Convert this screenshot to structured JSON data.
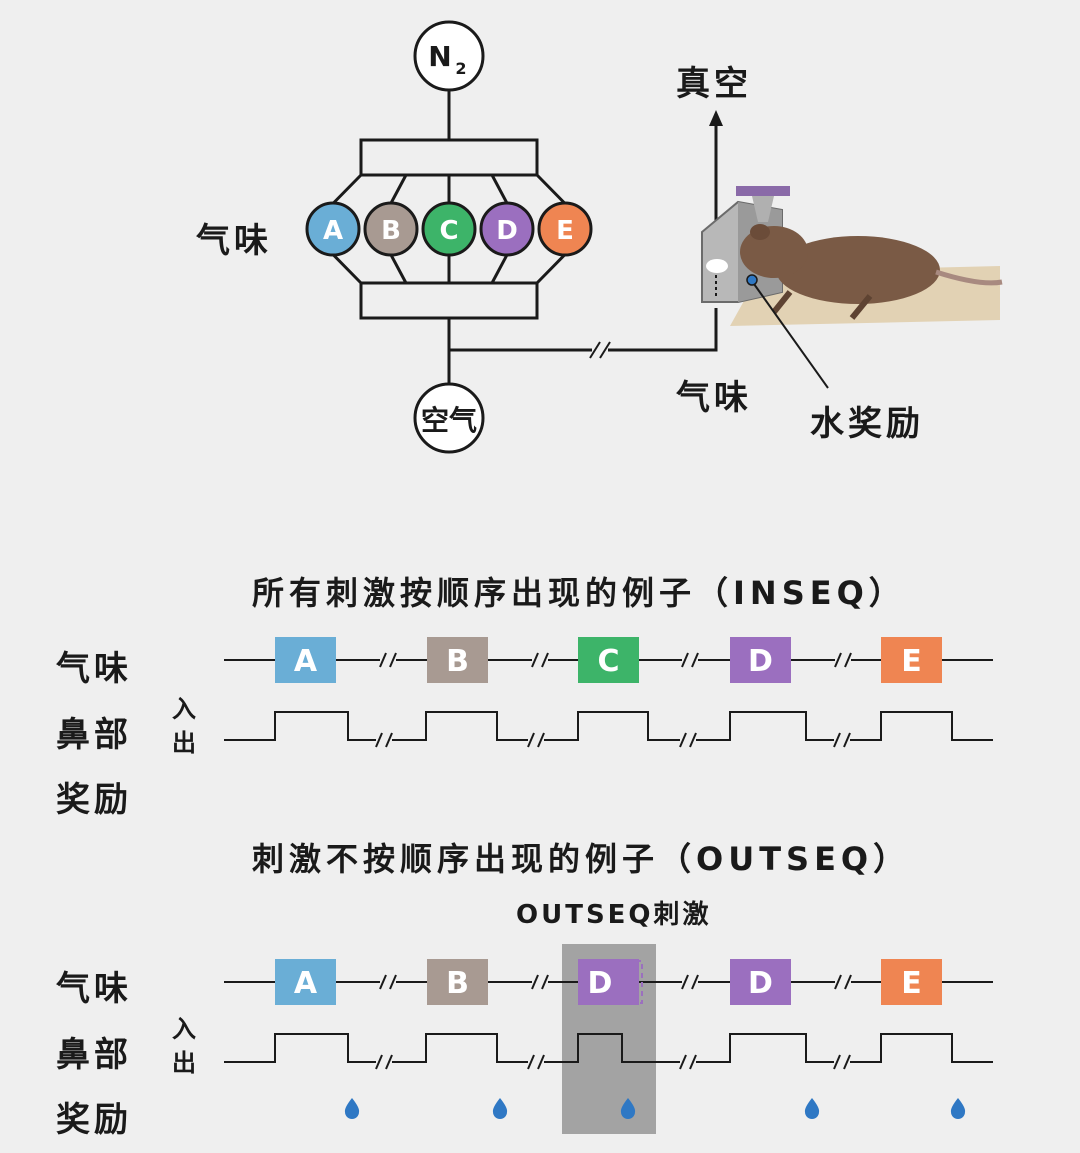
{
  "colors": {
    "A": "#6aaed6",
    "B": "#a89a92",
    "C": "#3db469",
    "D": "#9b6fbf",
    "E": "#ef8552",
    "drop": "#2f78c4",
    "highlight": "#8a8a8a",
    "line": "#1a1a1a"
  },
  "apparatus": {
    "n2": "N",
    "n2_sub": "2",
    "air": "空气",
    "odor_label": "气味",
    "odors": [
      "A",
      "B",
      "C",
      "D",
      "E"
    ],
    "vacuum": "真空",
    "odor_out": "气味",
    "water_reward": "水奖励"
  },
  "inseq": {
    "title": "所有刺激按顺序出现的例子（INSEQ）",
    "row_odor": "气味",
    "row_nose": "鼻部",
    "row_reward": "奖励",
    "in": "入",
    "out": "出",
    "odors": [
      "A",
      "B",
      "C",
      "D",
      "E"
    ],
    "drop_icon": "water-drop-icon"
  },
  "outseq": {
    "title": "刺激不按顺序出现的例子（OUTSEQ）",
    "stim_label": "OUTSEQ刺激",
    "row_odor": "气味",
    "row_nose": "鼻部",
    "row_reward": "奖励",
    "in": "入",
    "out": "出",
    "odors": [
      "A",
      "B",
      "D",
      "D",
      "E"
    ],
    "drop_icon": "water-drop-icon"
  }
}
